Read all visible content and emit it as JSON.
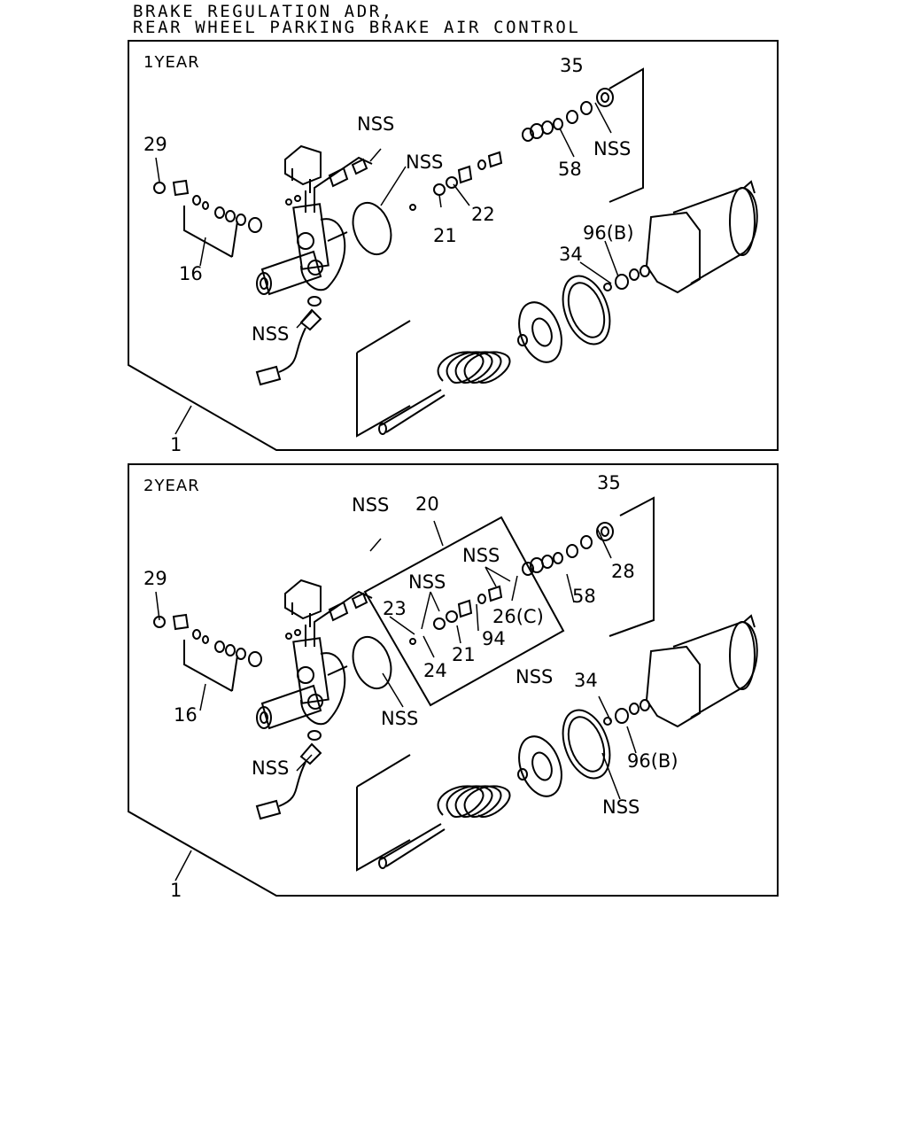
{
  "header": {
    "line1": "BRAKE REGULATION ADR,",
    "line2": "REAR WHEEL PARKING BRAKE AIR CONTROL"
  },
  "panels": [
    {
      "tag": "1YEAR",
      "assembly_ref": "1",
      "callouts": [
        "35",
        "NSS",
        "NSS",
        "NSS",
        "29",
        "58",
        "22",
        "21",
        "96(B)",
        "34",
        "16",
        "NSS"
      ]
    },
    {
      "tag": "2YEAR",
      "assembly_ref": "1",
      "kit_ref": "20",
      "callouts": [
        "35",
        "NSS",
        "20",
        "NSS",
        "NSS",
        "29",
        "28",
        "58",
        "23",
        "26(C)",
        "94",
        "21",
        "24",
        "NSS",
        "34",
        "16",
        "NSS",
        "96(B)",
        "NSS",
        "NSS"
      ]
    }
  ]
}
